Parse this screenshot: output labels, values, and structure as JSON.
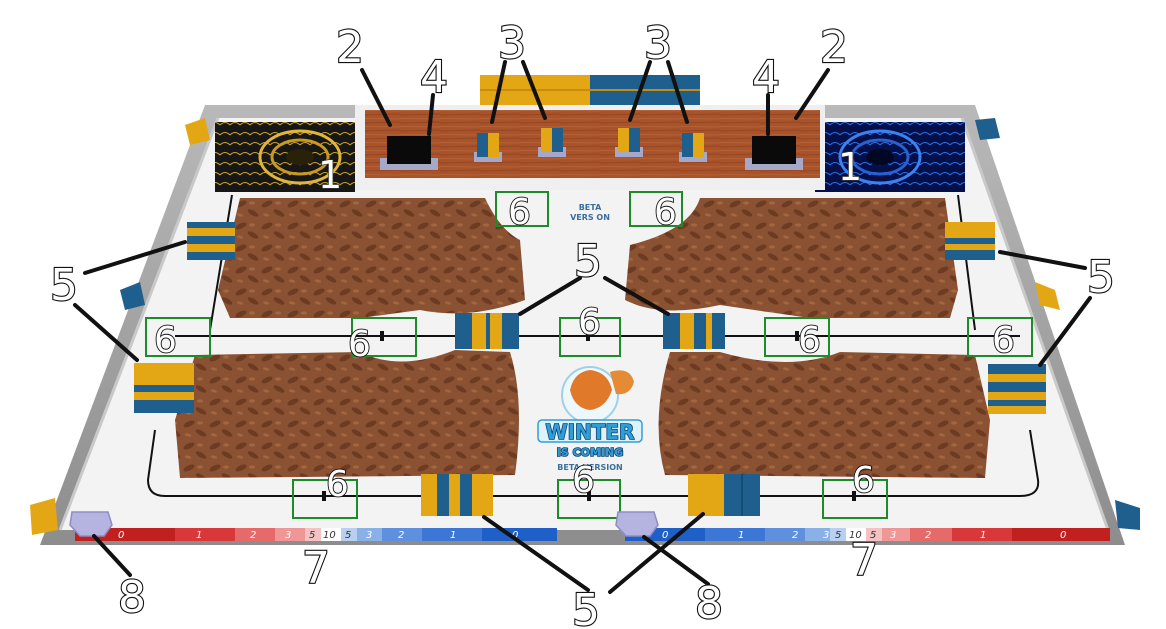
{
  "callouts": {
    "nest": "1",
    "base": "2",
    "small_box": "3",
    "big_box": "4",
    "depot": "5",
    "zone": "6",
    "scale": "7",
    "clip": "8"
  },
  "logo": {
    "line1": "WINTER",
    "line2": "IS COMING",
    "line3": "BETA VERSION"
  },
  "beta_label": {
    "line1": "BETA",
    "line2": "VERS ON"
  },
  "scales": {
    "left": [
      "0",
      "1",
      "2",
      "3",
      "5",
      "10",
      "5",
      "3",
      "2",
      "1",
      "0"
    ],
    "right": [
      "0",
      "1",
      "2",
      "3",
      "5",
      "10",
      "5",
      "3",
      "2",
      "1",
      "0"
    ]
  },
  "colors": {
    "yellow": "#e3a614",
    "blue": "#1f5f8e",
    "red": "#c8282c",
    "light_blue": "#3d7fd9",
    "dirt": "#8a5030",
    "green_zone": "#1f8a2a",
    "board": "#f2f2f2",
    "rail": "#9d9d9d"
  }
}
